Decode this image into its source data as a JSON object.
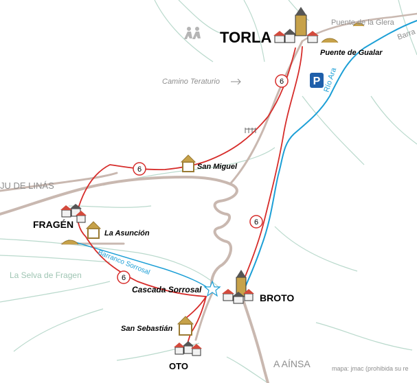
{
  "map": {
    "colors": {
      "road": "#c9b8b0",
      "trail": "#d62c2a",
      "river": "#1c9fd6",
      "contour": "#b9d9cc",
      "label_grey": "#8e8e8e"
    },
    "towns": {
      "torla": "TORLA",
      "broto": "BROTO",
      "fragen": "FRAGÉN",
      "oto": "OTO"
    },
    "places": {
      "puente_gualar": "Puente de Gualar",
      "puente_glera": "Puente de la Glera",
      "san_miguel": "San Miguel",
      "la_asuncion": "La Asunción",
      "cascada_sorrosal": "Cascada Sorrosal",
      "san_sebastian": "San Sebastián",
      "camino_teraturio": "Camino Teraturio",
      "linas": "JU DE LINÁS",
      "selva_fragen": "La Selva de Fragen",
      "barr": "Barra"
    },
    "water": {
      "rio_ara": "Río Ara",
      "barranco_sorrosal": "Barranco Sorrosal"
    },
    "route_number": "6",
    "parking": "P",
    "road_to": "A AÍNSA",
    "credit": "mapa: jmac (prohibida su re"
  }
}
